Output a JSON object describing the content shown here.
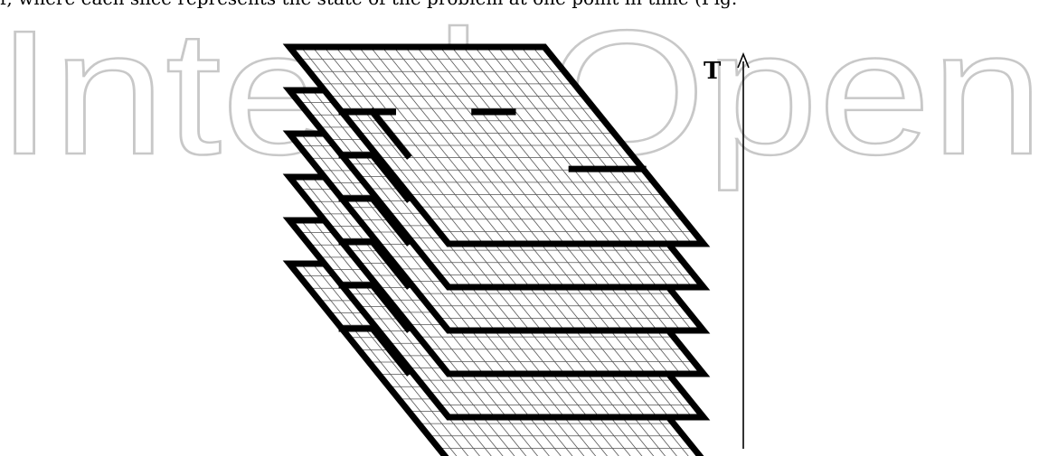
{
  "page": {
    "top_text": "r, where each slice represents the state of the problem at one point in time (Fig.",
    "watermark_text": "IntechOpen"
  },
  "diagram": {
    "time_axis_label": "T",
    "slice_count": 6,
    "grid_rows": 16,
    "grid_cols": 22,
    "colors": {
      "background": "#ffffff",
      "stroke": "#000000",
      "grid": "#555555",
      "watermark": "#c8c8c8"
    }
  }
}
